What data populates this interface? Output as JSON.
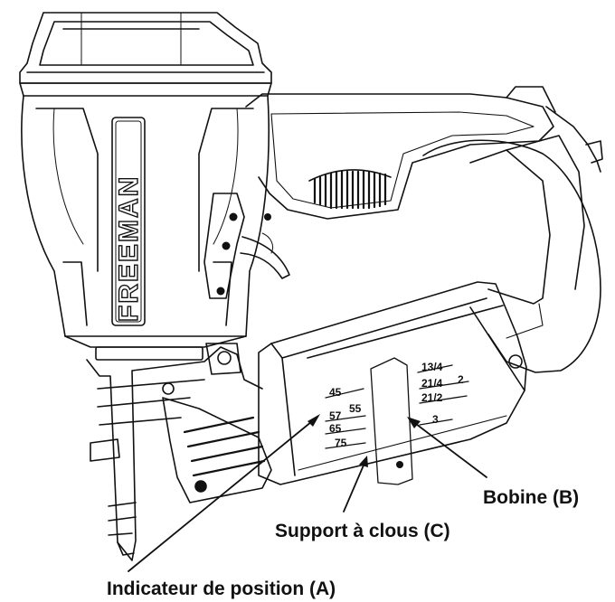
{
  "brand": "FREEMAN",
  "scale_left": [
    "45",
    "57",
    "55",
    "65",
    "75"
  ],
  "scale_right": [
    "13/4",
    "21/4",
    "2",
    "21/2",
    "3"
  ],
  "labels": {
    "position_indicator": "Indicateur de position (A)",
    "coil": "Bobine (B)",
    "nail_support": "Support à clous (C)"
  }
}
